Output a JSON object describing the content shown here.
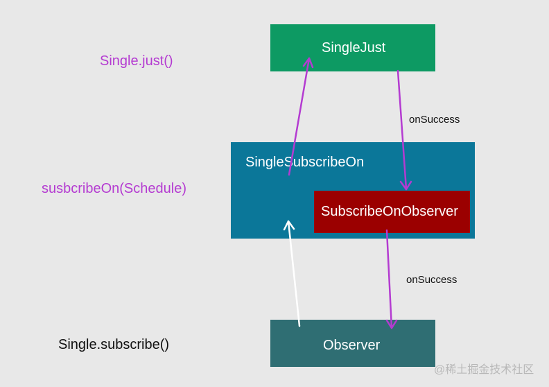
{
  "diagram": {
    "labels": {
      "single_just": "Single.just()",
      "subscribe_on": "susbcribeOn(Schedule)",
      "single_subscribe": "Single.subscribe()"
    },
    "nodes": {
      "single_just": "SingleJust",
      "single_subscribe_on": "SingleSubscribeOn",
      "subscribe_on_observer": "SubscribeOnObserver",
      "observer": "Observer"
    },
    "edges": {
      "top_on_success": "onSuccess",
      "bottom_on_success": "onSuccess"
    },
    "colors": {
      "background": "#e8e8e8",
      "single_just": "#0d9a63",
      "single_subscribe_on": "#0b7799",
      "subscribe_on_observer": "#9b0000",
      "observer": "#2f6e73",
      "purple": "#b43bd1"
    }
  },
  "watermark": "@稀土掘金技术社区"
}
